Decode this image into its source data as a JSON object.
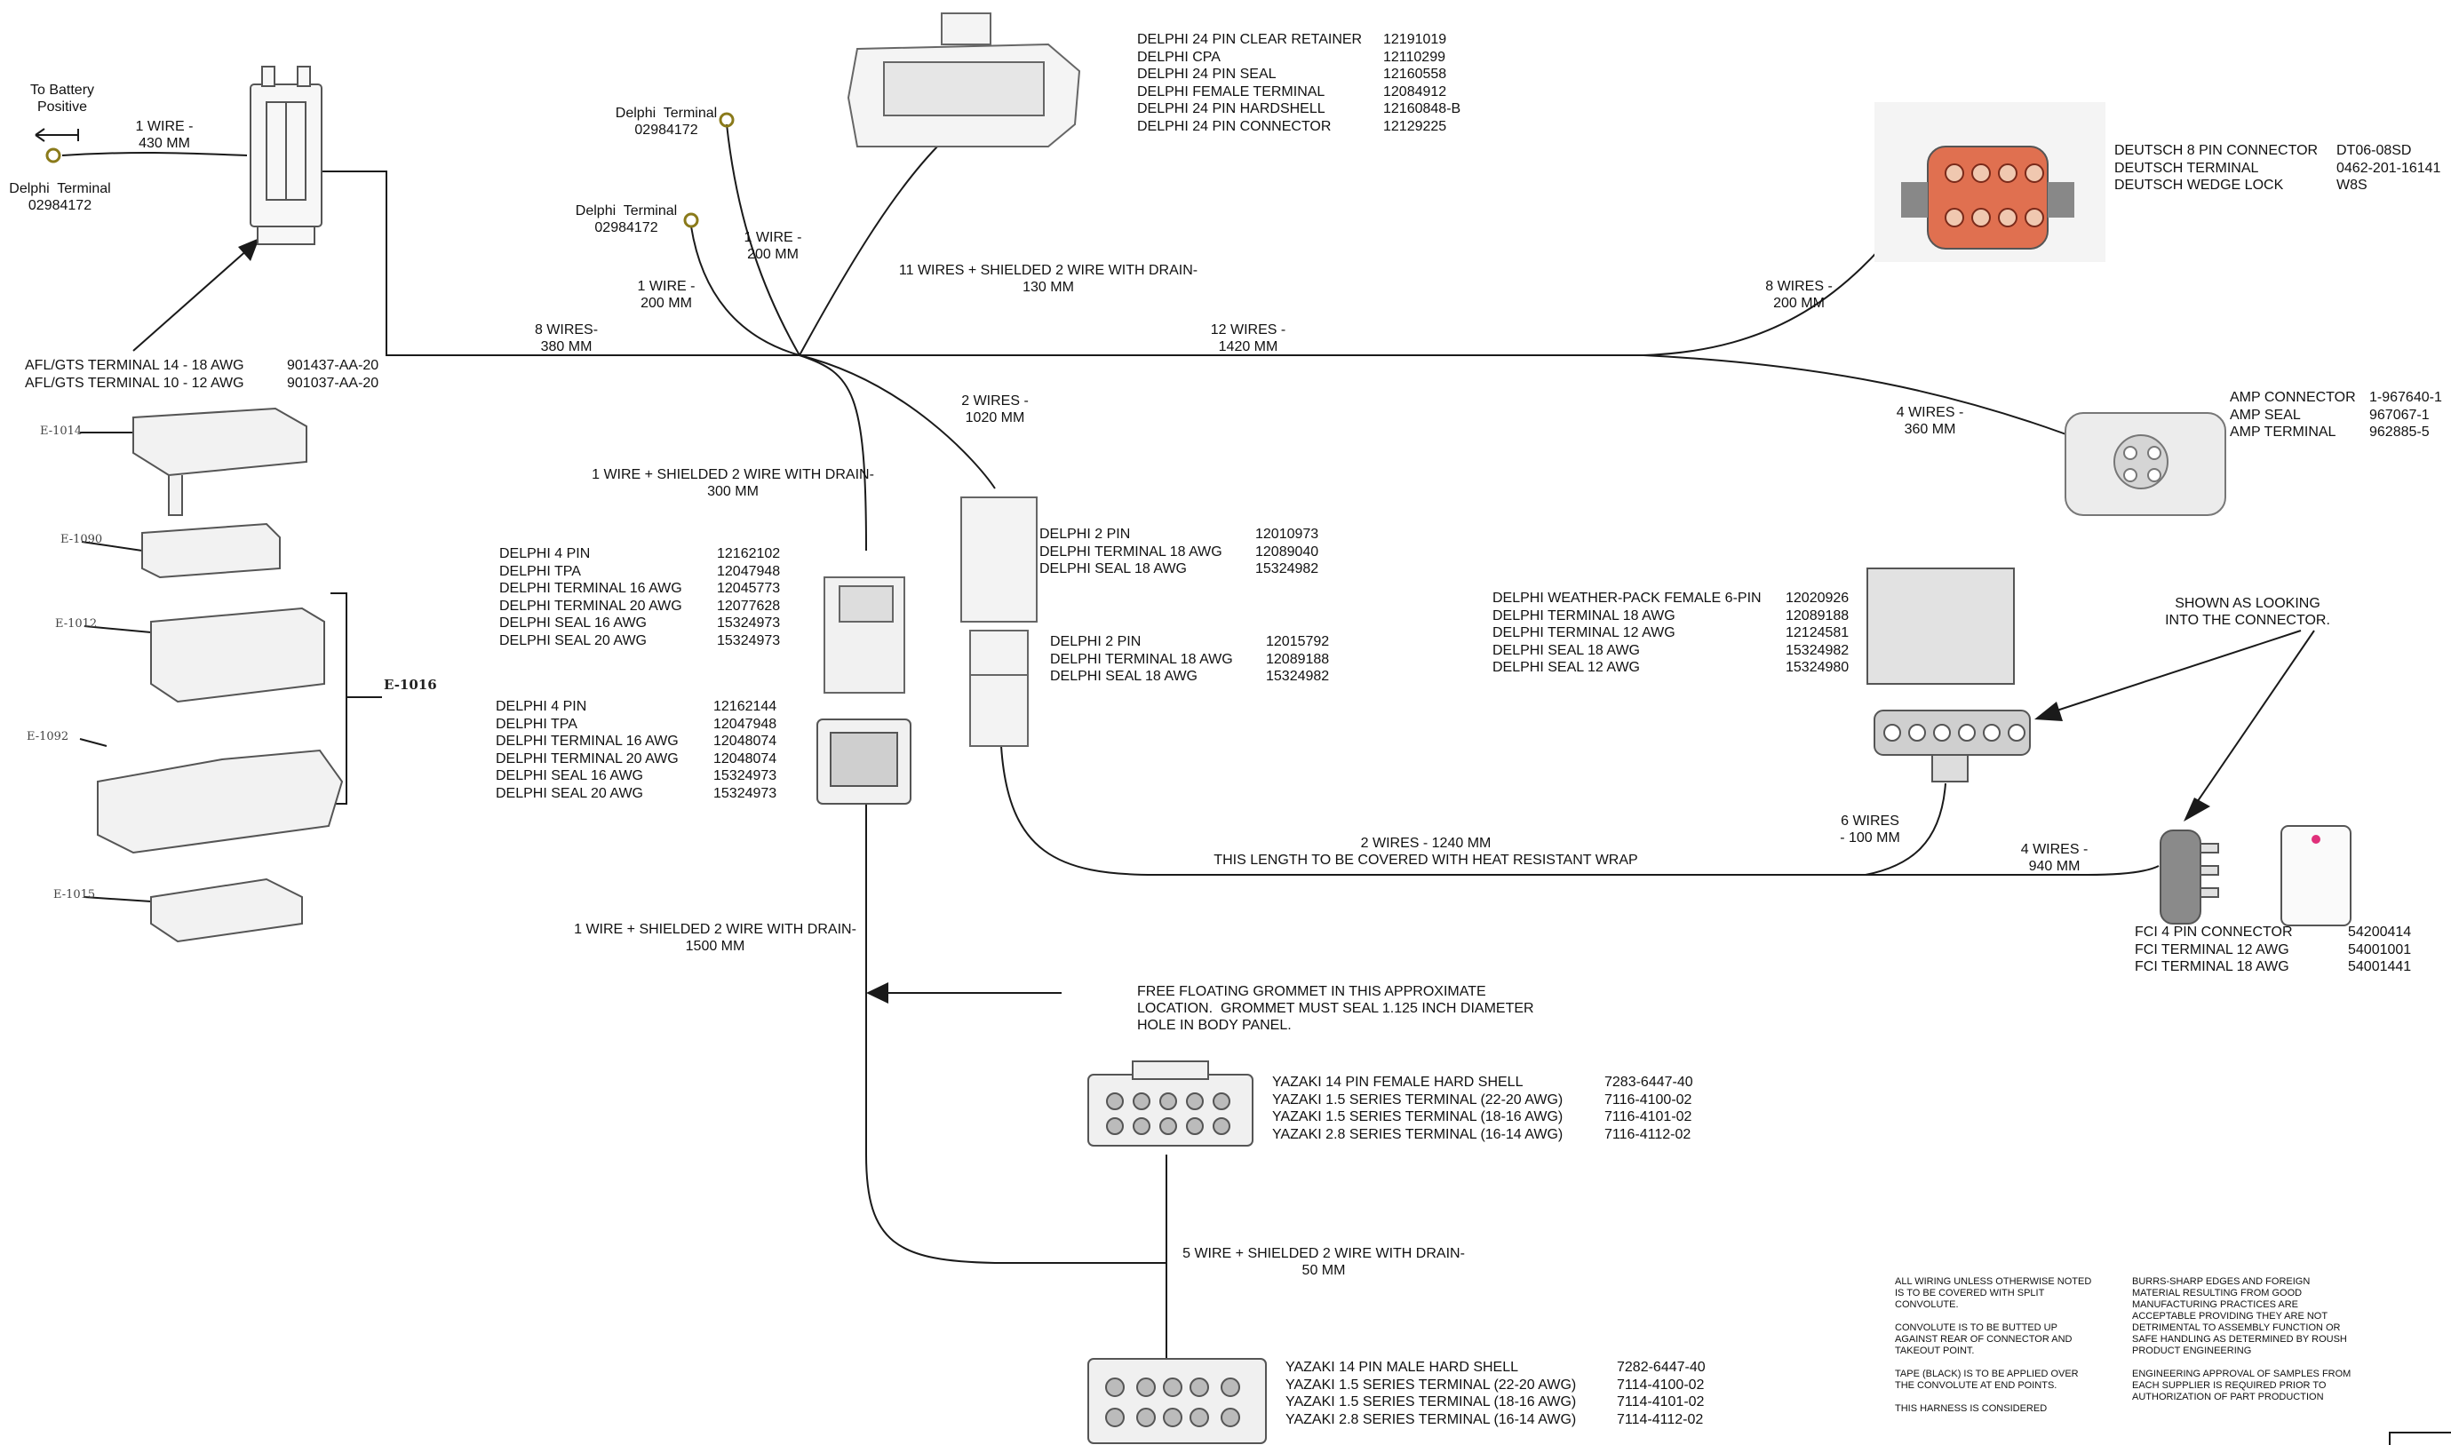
{
  "battery": {
    "to": "To Battery\nPositive",
    "terminal": "Delphi  Terminal\n02984172"
  },
  "term_a": "Delphi  Terminal\n02984172",
  "term_b": "Delphi  Terminal\n02984172",
  "wires": {
    "w430": "1 WIRE -\n430 MM",
    "w380": "8 WIRES-\n380 MM",
    "w200a": "1 WIRE -\n200 MM",
    "w200b": "1 WIRE -\n200 MM",
    "w130": "11 WIRES + SHIELDED 2 WIRE WITH DRAIN-\n130 MM",
    "w1420": "12 WIRES -\n1420 MM",
    "w200c": "8 WIRES -\n200 MM",
    "w1020": "2 WIRES -\n1020 MM",
    "w360": "4 WIRES -\n360 MM",
    "w300": "1 WIRE + SHIELDED 2 WIRE WITH DRAIN-\n300 MM",
    "w1240": "2 WIRES - 1240 MM\nTHIS LENGTH TO BE COVERED WITH HEAT RESISTANT WRAP",
    "w100": "6 WIRES\n- 100 MM",
    "w940": "4 WIRES -\n940 MM",
    "w1500": "1 WIRE + SHIELDED 2 WIRE WITH DRAIN-\n1500 MM",
    "w50": "5 WIRE + SHIELDED 2 WIRE WITH DRAIN-\n50 MM"
  },
  "afl": [
    {
      "name": "AFL/GTS TERMINAL 14 - 18 AWG",
      "pn": "901437-AA-20"
    },
    {
      "name": "AFL/GTS TERMINAL 10 - 12 AWG",
      "pn": "901037-AA-20"
    }
  ],
  "delphi24": [
    {
      "name": "DELPHI 24 PIN CLEAR RETAINER",
      "pn": "12191019"
    },
    {
      "name": "DELPHI CPA",
      "pn": "12110299"
    },
    {
      "name": "DELPHI 24 PIN SEAL",
      "pn": "12160558"
    },
    {
      "name": "DELPHI FEMALE TERMINAL",
      "pn": "12084912"
    },
    {
      "name": "DELPHI 24 PIN HARDSHELL",
      "pn": "12160848-B"
    },
    {
      "name": "DELPHI 24 PIN CONNECTOR",
      "pn": "12129225"
    }
  ],
  "deutsch": [
    {
      "name": "DEUTSCH 8 PIN CONNECTOR",
      "pn": "DT06-08SD"
    },
    {
      "name": "DEUTSCH TERMINAL",
      "pn": "0462-201-16141"
    },
    {
      "name": "DEUTSCH WEDGE LOCK",
      "pn": "W8S"
    }
  ],
  "amp": [
    {
      "name": "AMP CONNECTOR",
      "pn": "1-967640-1"
    },
    {
      "name": "AMP SEAL",
      "pn": "967067-1"
    },
    {
      "name": "AMP TERMINAL",
      "pn": "962885-5"
    }
  ],
  "delphi4a": [
    {
      "name": "DELPHI 4 PIN",
      "pn": "12162102"
    },
    {
      "name": "DELPHI TPA",
      "pn": "12047948"
    },
    {
      "name": "DELPHI TERMINAL 16 AWG",
      "pn": "12045773"
    },
    {
      "name": "DELPHI TERMINAL 20 AWG",
      "pn": "12077628"
    },
    {
      "name": "DELPHI SEAL 16 AWG",
      "pn": "15324973"
    },
    {
      "name": "DELPHI SEAL 20 AWG",
      "pn": "15324973"
    }
  ],
  "delphi4b": [
    {
      "name": "DELPHI 4 PIN",
      "pn": "12162144"
    },
    {
      "name": "DELPHI TPA",
      "pn": "12047948"
    },
    {
      "name": "DELPHI TERMINAL 16 AWG",
      "pn": "12048074"
    },
    {
      "name": "DELPHI TERMINAL 20 AWG",
      "pn": "12048074"
    },
    {
      "name": "DELPHI SEAL 16 AWG",
      "pn": "15324973"
    },
    {
      "name": "DELPHI SEAL 20 AWG",
      "pn": "15324973"
    }
  ],
  "delphi2a": [
    {
      "name": "DELPHI 2 PIN",
      "pn": "12010973"
    },
    {
      "name": "DELPHI TERMINAL 18 AWG",
      "pn": "12089040"
    },
    {
      "name": "DELPHI SEAL 18 AWG",
      "pn": "15324982"
    }
  ],
  "delphi2b": [
    {
      "name": "DELPHI 2 PIN",
      "pn": "12015792"
    },
    {
      "name": "DELPHI TERMINAL 18 AWG",
      "pn": "12089188"
    },
    {
      "name": "DELPHI SEAL 18 AWG",
      "pn": "15324982"
    }
  ],
  "weather": [
    {
      "name": "DELPHI WEATHER-PACK FEMALE 6-PIN",
      "pn": "12020926"
    },
    {
      "name": "DELPHI TERMINAL 18 AWG",
      "pn": "12089188"
    },
    {
      "name": "DELPHI TERMINAL 12 AWG",
      "pn": "12124581"
    },
    {
      "name": "DELPHI SEAL 18 AWG",
      "pn": "15324982"
    },
    {
      "name": "DELPHI SEAL 12 AWG",
      "pn": "15324980"
    }
  ],
  "looking": "SHOWN AS LOOKING\nINTO THE CONNECTOR.",
  "fci": [
    {
      "name": "FCI 4 PIN CONNECTOR",
      "pn": "54200414"
    },
    {
      "name": "FCI TERMINAL 12 AWG",
      "pn": "54001001"
    },
    {
      "name": "FCI TERMINAL 18 AWG",
      "pn": "54001441"
    }
  ],
  "grommet": "FREE FLOATING GROMMET IN THIS APPROXIMATE\nLOCATION.  GROMMET MUST SEAL 1.125 INCH DIAMETER\nHOLE IN BODY PANEL.",
  "yazaki_f": [
    {
      "name": "YAZAKI 14 PIN FEMALE HARD SHELL",
      "pn": "7283-6447-40"
    },
    {
      "name": "YAZAKI 1.5 SERIES TERMINAL (22-20 AWG)",
      "pn": "7116-4100-02"
    },
    {
      "name": "YAZAKI 1.5 SERIES TERMINAL (18-16 AWG)",
      "pn": "7116-4101-02"
    },
    {
      "name": "YAZAKI 2.8 SERIES TERMINAL (16-14 AWG)",
      "pn": "7116-4112-02"
    }
  ],
  "yazaki_m": [
    {
      "name": "YAZAKI 14 PIN MALE HARD SHELL",
      "pn": "7282-6447-40"
    },
    {
      "name": "YAZAKI 1.5 SERIES TERMINAL (22-20 AWG)",
      "pn": "7114-4100-02"
    },
    {
      "name": "YAZAKI 1.5 SERIES TERMINAL (18-16 AWG)",
      "pn": "7114-4101-02"
    },
    {
      "name": "YAZAKI 2.8 SERIES TERMINAL (16-14 AWG)",
      "pn": "7114-4112-02"
    }
  ],
  "e_labels": {
    "e1014": "E-1014",
    "e1090": "E-1090",
    "e1012": "E-1012",
    "e1092": "E-1092",
    "e1015": "E-1015",
    "e1016": "E-1016"
  },
  "notes_left": [
    "ALL WIRING UNLESS OTHERWISE NOTED IS TO BE COVERED WITH SPLIT CONVOLUTE.",
    "CONVOLUTE IS TO BE BUTTED UP AGAINST REAR OF CONNECTOR AND TAKEOUT POINT.",
    "TAPE (BLACK) IS TO BE APPLIED OVER THE CONVOLUTE AT END POINTS.",
    "THIS HARNESS IS CONSIDERED"
  ],
  "notes_right": [
    "BURRS-SHARP EDGES AND FOREIGN MATERIAL RESULTING FROM GOOD MANUFACTURING PRACTICES ARE ACCEPTABLE PROVIDING THEY ARE NOT DETRIMENTAL TO ASSEMBLY FUNCTION OR SAFE HANDLING AS DETERMINED BY ROUSH PRODUCT ENGINEERING",
    "ENGINEERING APPROVAL OF SAMPLES FROM EACH SUPPLIER IS REQUIRED PRIOR TO AUTHORIZATION OF PART PRODUCTION"
  ],
  "colors": {
    "line": "#1a1a1a",
    "ring": "#8a7a1a",
    "deutsch": "#e07050",
    "gray": "#bdbdbd"
  }
}
